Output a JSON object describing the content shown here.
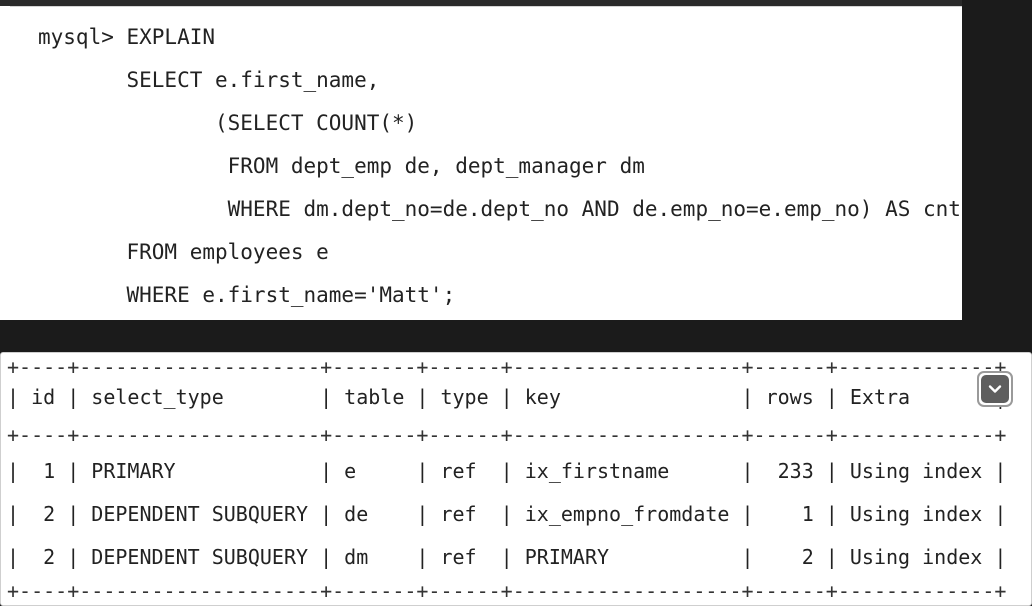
{
  "query": {
    "lines": [
      "mysql> EXPLAIN",
      "       SELECT e.first_name,",
      "              (SELECT COUNT(*)",
      "               FROM dept_emp de, dept_manager dm",
      "               WHERE dm.dept_no=de.dept_no AND de.emp_no=e.emp_no) AS cnt",
      "       FROM employees e",
      "       WHERE e.first_name='Matt';"
    ]
  },
  "result": {
    "border": "+----+--------------------+-------+------+-------------------+------+-------------+",
    "header": "| id | select_type        | table | type | key               | rows | Extra       |",
    "rows": [
      "|  1 | PRIMARY            | e     | ref  | ix_firstname      |  233 | Using index |",
      "|  2 | DEPENDENT SUBQUERY | de    | ref  | ix_empno_fromdate |    1 | Using index |",
      "|  2 | DEPENDENT SUBQUERY | dm    | ref  | PRIMARY           |    2 | Using index |"
    ]
  },
  "expand_button": {
    "icon": "chevron-down-icon",
    "color": "#5e5e5e"
  }
}
